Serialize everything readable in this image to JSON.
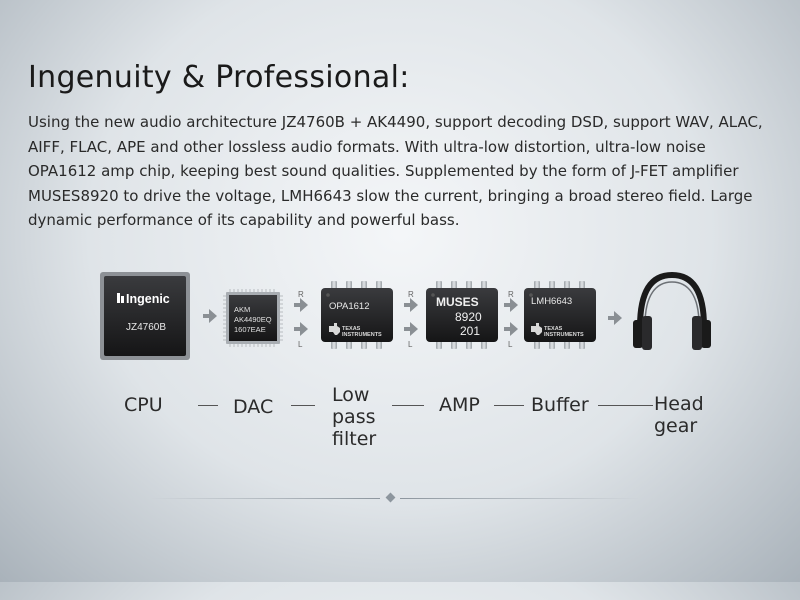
{
  "heading": "Ingenuity & Professional:",
  "description": "Using the new audio architecture JZ4760B + AK4490, support decoding DSD, support WAV, ALAC, AIFF, FLAC, APE and other lossless audio formats. With ultra-low distortion, ultra-low noise OPA1612 amp chip, keeping best sound qualities. Supplemented by the form of J-FET amplifier MUSES8920 to drive the voltage, LMH6643 slow the current, bringing a broad stereo field. Large dynamic performance of its capability and powerful bass.",
  "chips": {
    "cpu": {
      "brand": "Ingenic",
      "model": "JZ4760B"
    },
    "dac": {
      "line1": "AKM",
      "line2": "AK4490EQ",
      "line3": "1607EAE"
    },
    "lowpass": {
      "model": "OPA1612",
      "maker1": "TEXAS",
      "maker2": "INSTRUMENTS"
    },
    "amp": {
      "line1": "MUSES",
      "line2": "8920",
      "line3": "201"
    },
    "buffer": {
      "model": "LMH6643",
      "maker1": "TEXAS",
      "maker2": "INSTRUMENTS"
    }
  },
  "channel_labels": {
    "right": "R",
    "left": "L"
  },
  "stages": {
    "cpu": "CPU",
    "dac": "DAC",
    "lowpass_1": "Low",
    "lowpass_2": "pass",
    "lowpass_3": "filter",
    "amp": "AMP",
    "buffer": "Buffer",
    "headgear_1": "Head",
    "headgear_2": "gear"
  },
  "colors": {
    "chip_body": "#1c1c1e",
    "chip_pin": "#b8bcc0",
    "arrow": "#8a8f94"
  },
  "icons": [
    "ingenic-logo-icon",
    "texas-instruments-logo-icon",
    "arrow-right-icon",
    "headphones-icon"
  ]
}
